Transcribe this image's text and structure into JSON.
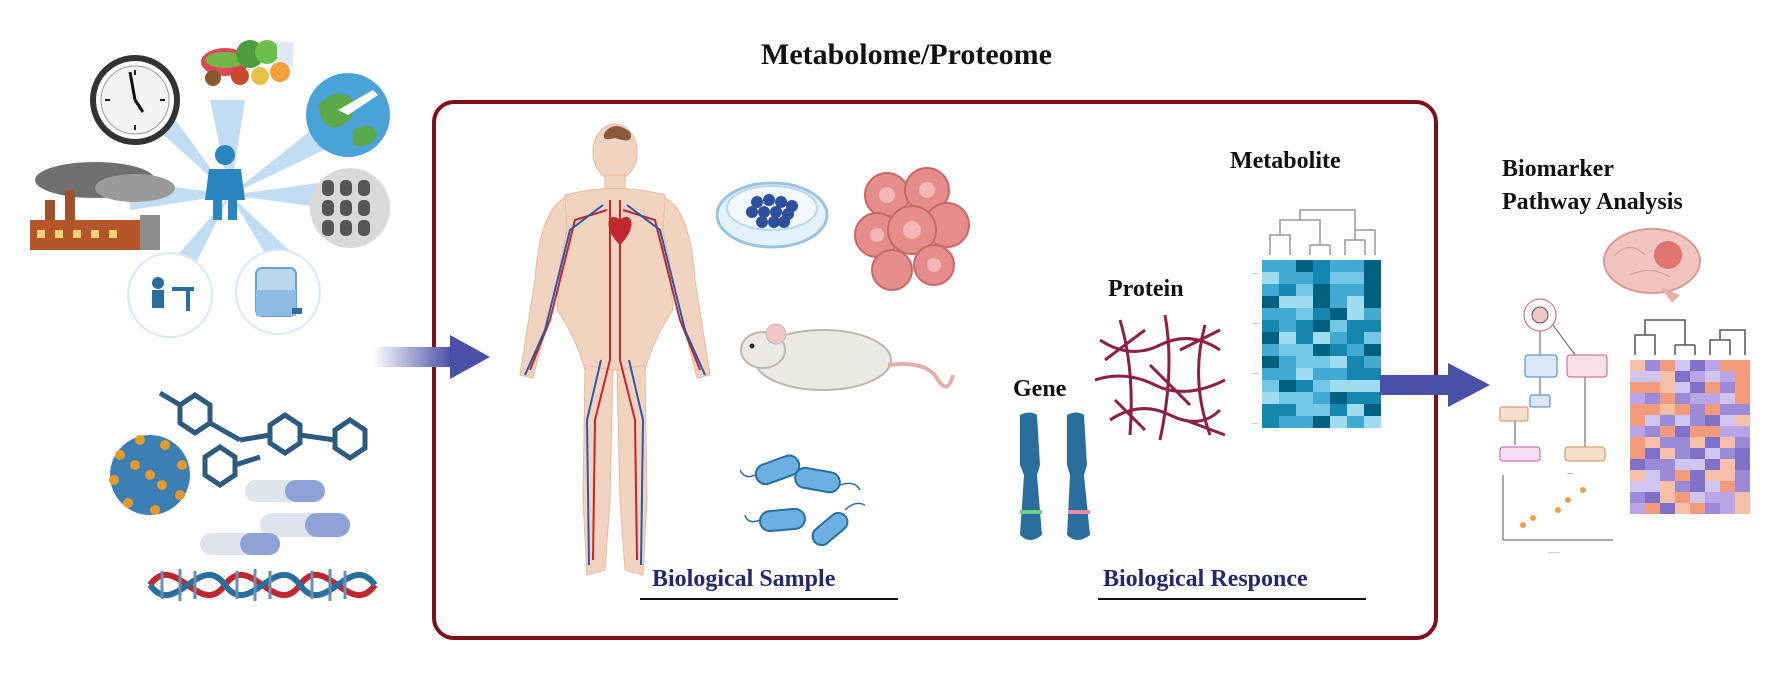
{
  "title": "Metabolome/Proteome",
  "frame_color": "#7d0f1c",
  "labels": {
    "metabolite": "Metabolite",
    "protein": "Protein",
    "gene": "Gene",
    "biological_sample": "Biological Sample",
    "biological_response": "Biological Responce",
    "biomarker": "Biomarker",
    "pathway": "Pathway Analysis"
  },
  "colors": {
    "label_blue": "#24276e",
    "arrow": "#4a4fa8",
    "heatmap_dark": "#00607f",
    "heatmap_light": "#9fdcf0",
    "protein": "#8b1f45",
    "chromosome": "#2a6e9e"
  },
  "icons": {
    "exposome": [
      "clock-icon",
      "food-icon",
      "globe-plane-icon",
      "factory-icon",
      "person-icon",
      "pills-texture-icon",
      "student-desk-icon",
      "water-tank-icon"
    ],
    "drugs": [
      "molecule-icon",
      "nanoparticle-icon",
      "capsule-icon",
      "dna-helix-icon"
    ],
    "samples": [
      "human-body-icon",
      "petri-dish-icon",
      "cell-cluster-icon",
      "mouse-icon",
      "bacteria-icon"
    ],
    "outputs": [
      "chromosome-icon",
      "protein-network-icon",
      "heatmap-icon",
      "brain-icon",
      "pathway-diagram-icon",
      "scatter-plot-icon"
    ]
  }
}
